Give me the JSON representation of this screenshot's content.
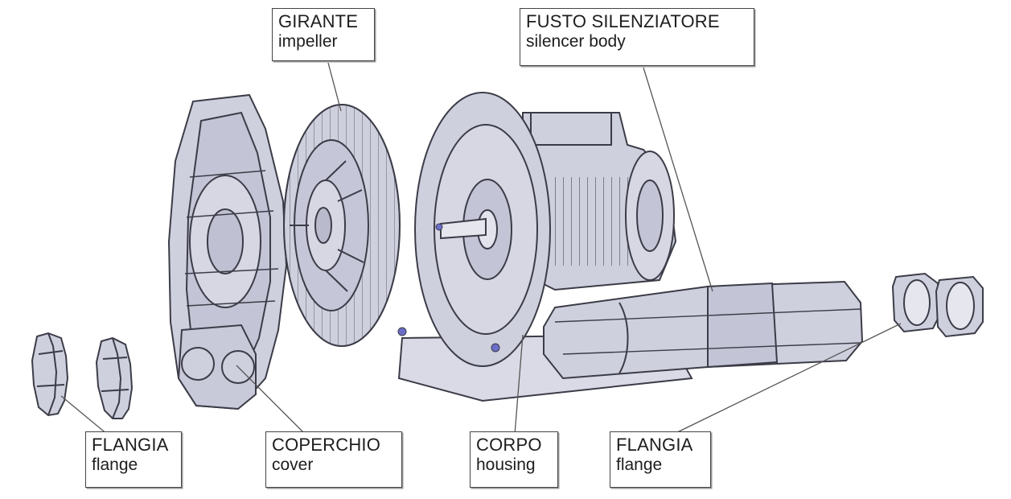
{
  "colors": {
    "part_fill": "#cfd0de",
    "part_shade": "#b9bacb",
    "line": "#3c3c48",
    "bolt": "#6b6dc8",
    "label_border": "#444444",
    "background": "#ffffff"
  },
  "labels": {
    "girante": {
      "it": "GIRANTE",
      "en": "impeller"
    },
    "fusto": {
      "it": "FUSTO SILENZIATORE",
      "en": "silencer body"
    },
    "flangia_left": {
      "it": "FLANGIA",
      "en": "flange"
    },
    "coperchio": {
      "it": "COPERCHIO",
      "en": "cover"
    },
    "corpo": {
      "it": "CORPO",
      "en": "housing"
    },
    "flangia_right": {
      "it": "FLANGIA",
      "en": "flange"
    }
  }
}
